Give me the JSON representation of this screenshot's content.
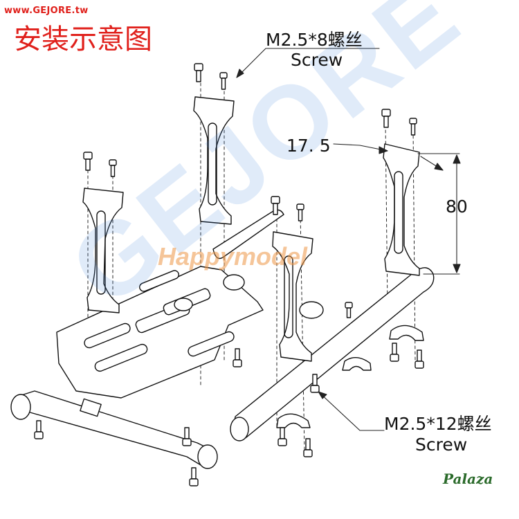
{
  "site_tag": "www.GEJORE.tw",
  "title": "安装示意图",
  "callouts": {
    "top_screw": {
      "spec": "M2.5*8螺丝",
      "label": "Screw"
    },
    "bottom_screw": {
      "spec": "M2.5*12螺丝",
      "label": "Screw"
    }
  },
  "dimensions": {
    "width": "17. 5",
    "height": "80"
  },
  "watermarks": {
    "large": "GEJORE",
    "brand": "Happymodel"
  },
  "badge": "Palaza",
  "colors": {
    "line": "#111111",
    "title_red": "#e0201b",
    "watermark_blue": "#3c82dc",
    "watermark_orange": "#ec9646"
  }
}
